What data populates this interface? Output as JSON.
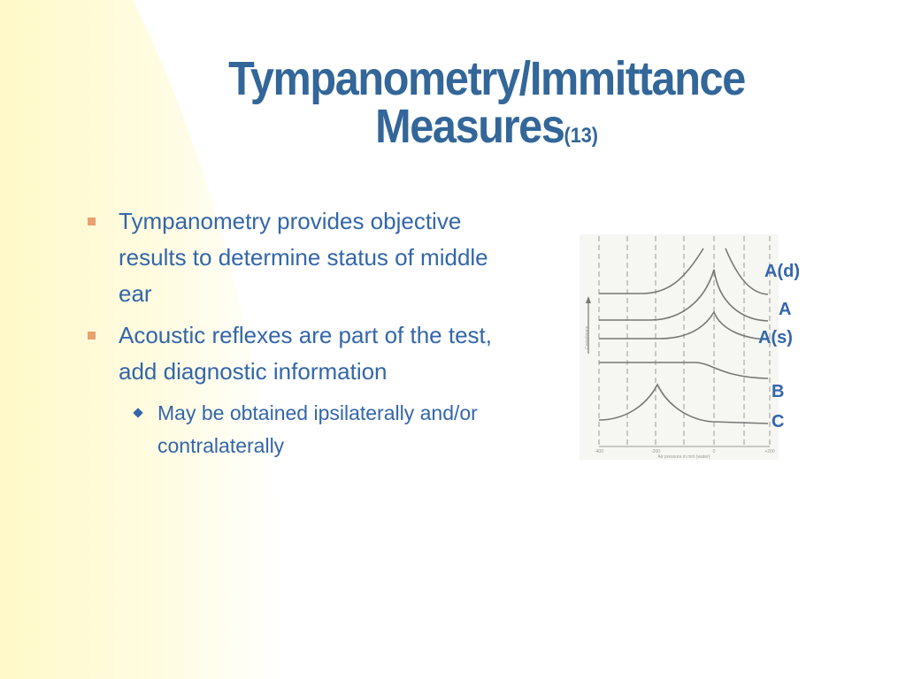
{
  "title": {
    "line1": "Tympanometry/Immittance",
    "line2": "Measures",
    "reference": "(13)"
  },
  "bullets": [
    {
      "text": "Tympanometry provides objective results to determine status of middle ear"
    },
    {
      "text": "Acoustic reflexes are part of the test, add diagnostic information"
    }
  ],
  "sub_bullets": [
    {
      "text": "May be obtained ipsilaterally and/or contralaterally"
    }
  ],
  "diagram": {
    "curve_labels": [
      "A(d)",
      "A",
      "A(s)",
      "B",
      "C"
    ],
    "y_axis_label": "Compliance",
    "x_axis_label": "Air pressure in mm (water)",
    "x_ticks": [
      "-400",
      "-200",
      "0",
      "+200"
    ]
  },
  "colors": {
    "title": "#336699",
    "text": "#3366aa",
    "bullet_marker": "#e9a170",
    "background_gradient": "#fffbd0"
  }
}
